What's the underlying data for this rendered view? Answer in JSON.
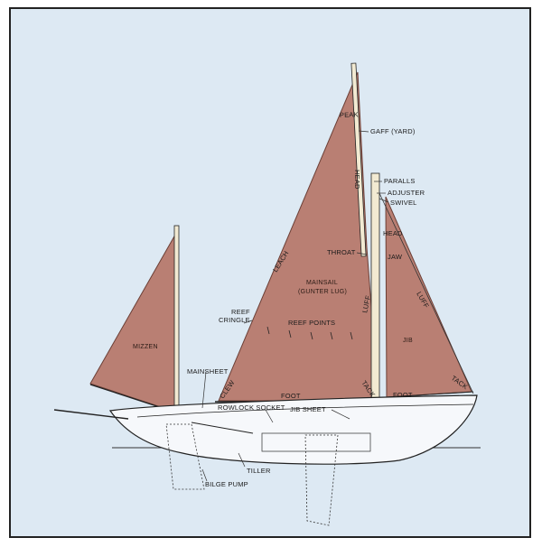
{
  "labels": {
    "peak": "PEAK",
    "gaff": "GAFF (YARD)",
    "head_main": "HEAD",
    "paralls": "PARALLS",
    "adjuster": "ADJUSTER",
    "swivel": "SWIVEL",
    "head_jib": "HEAD",
    "leach": "LEACH",
    "throat": "THROAT",
    "jaw": "JAW",
    "mainsail_line1": "MAINSAIL",
    "mainsail_line2": "(GUNTER LUG)",
    "luff_main": "LUFF",
    "luff_jib": "LUFF",
    "reef_cringle_line1": "REEF",
    "reef_cringle_line2": "CRINGLE",
    "reef_points": "REEF POINTS",
    "mizzen": "MIZZEN",
    "jib": "JIB",
    "mainsheet": "MAINSHEET",
    "clew": "CLEW",
    "foot_main": "FOOT",
    "tack_main": "TACK",
    "foot_jib": "FOOT",
    "tack_jib": "TACK",
    "rowlock_socket": "ROWLOCK SOCKET",
    "jib_sheet": "JIB SHEET",
    "tiller": "TILLER",
    "bilge_pump": "BILGE PUMP"
  },
  "colors": {
    "background": "#dde9f3",
    "sail": "#b97f73",
    "sail_edge": "#6b3f36",
    "spar": "#f2ead2",
    "hull": "#f6f8fb",
    "outline": "#222222"
  }
}
